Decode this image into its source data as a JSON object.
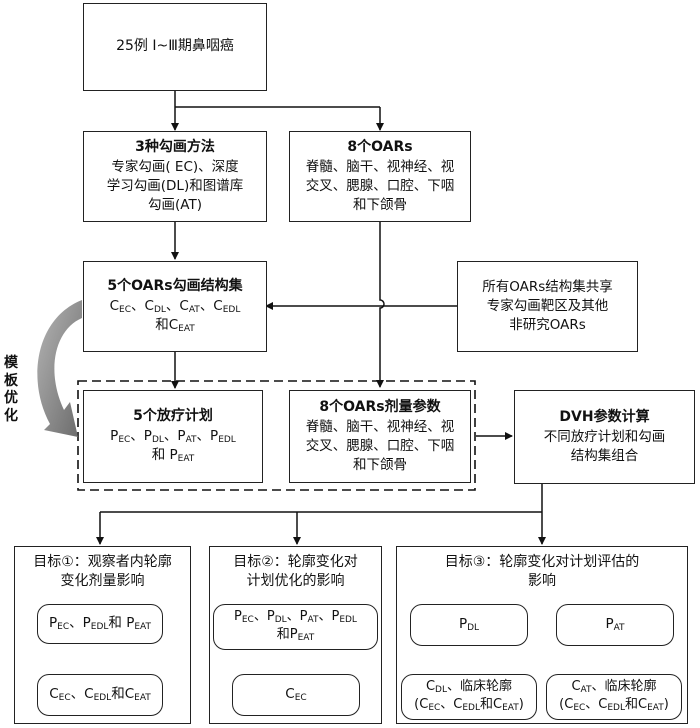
{
  "start": "25例 Ⅰ~Ⅲ期鼻咽癌",
  "methods": {
    "title": "3种勾画方法",
    "lines": [
      "专家勾画( EC)、深度",
      "学习勾画(DL)和图谱库",
      "勾画(AT)"
    ]
  },
  "oars": {
    "title": "8个OARs",
    "lines": [
      "脊髓、脑干、视神经、视",
      "交叉、腮腺、口腔、下咽",
      "和下颌骨"
    ]
  },
  "structsets": {
    "title": "5个OARs勾画结构集",
    "line1": [
      "C",
      "EC",
      "、C",
      "DL",
      "、C",
      "AT",
      "、C",
      "EDL"
    ],
    "line2": [
      "和C",
      "EAT"
    ]
  },
  "shared": {
    "lines": [
      "所有OARs结构集共享",
      "专家勾画靶区及其他",
      "非研究OARs"
    ]
  },
  "side_label": [
    "模",
    "板",
    "优",
    "化"
  ],
  "plans": {
    "title": "5个放疗计划",
    "line1": [
      "P",
      "EC",
      "、P",
      "DL",
      "、P",
      "AT",
      "、P",
      "EDL"
    ],
    "line2": [
      "和 P",
      "EAT"
    ]
  },
  "dose": {
    "title": "8个OARs剂量参数",
    "lines": [
      "脊髓、脑干、视神经、视",
      "交叉、腮腺、口腔、下咽",
      "和下颌骨"
    ]
  },
  "dvh": {
    "title": "DVH参数计算",
    "lines": [
      "不同放疗计划和勾画",
      "结构集组合"
    ]
  },
  "goal1": {
    "title": [
      "目标①：观察者内轮廓",
      "变化剂量影响"
    ],
    "top": [
      "P",
      "EC",
      "、P",
      "EDL",
      "和 P",
      "EAT"
    ],
    "bottom": [
      "C",
      "EC",
      "、C",
      "EDL",
      "和C",
      "EAT"
    ]
  },
  "goal2": {
    "title": [
      "目标②：轮廓变化对",
      "计划优化的影响"
    ],
    "top1": [
      "P",
      "EC",
      "、P",
      "DL",
      "、P",
      "AT",
      "、P",
      "EDL"
    ],
    "top2": [
      "和P",
      "EAT"
    ],
    "bottom": [
      "C",
      "EC"
    ]
  },
  "goal3": {
    "title": [
      "目标③：轮廓变化对计划评估的",
      "影响"
    ],
    "left_top": [
      "P",
      "DL"
    ],
    "right_top": [
      "P",
      "AT"
    ],
    "left_bottom1": [
      "C",
      "DL",
      "、临床轮廓"
    ],
    "left_bottom2": [
      "(C",
      "EC",
      "、C",
      "EDL",
      "和C",
      "EAT",
      ")"
    ],
    "right_bottom1": [
      "C",
      "AT",
      "、临床轮廓"
    ],
    "right_bottom2": [
      "(C",
      "EC",
      "、C",
      "EDL",
      "和C",
      "EAT",
      ")"
    ]
  }
}
